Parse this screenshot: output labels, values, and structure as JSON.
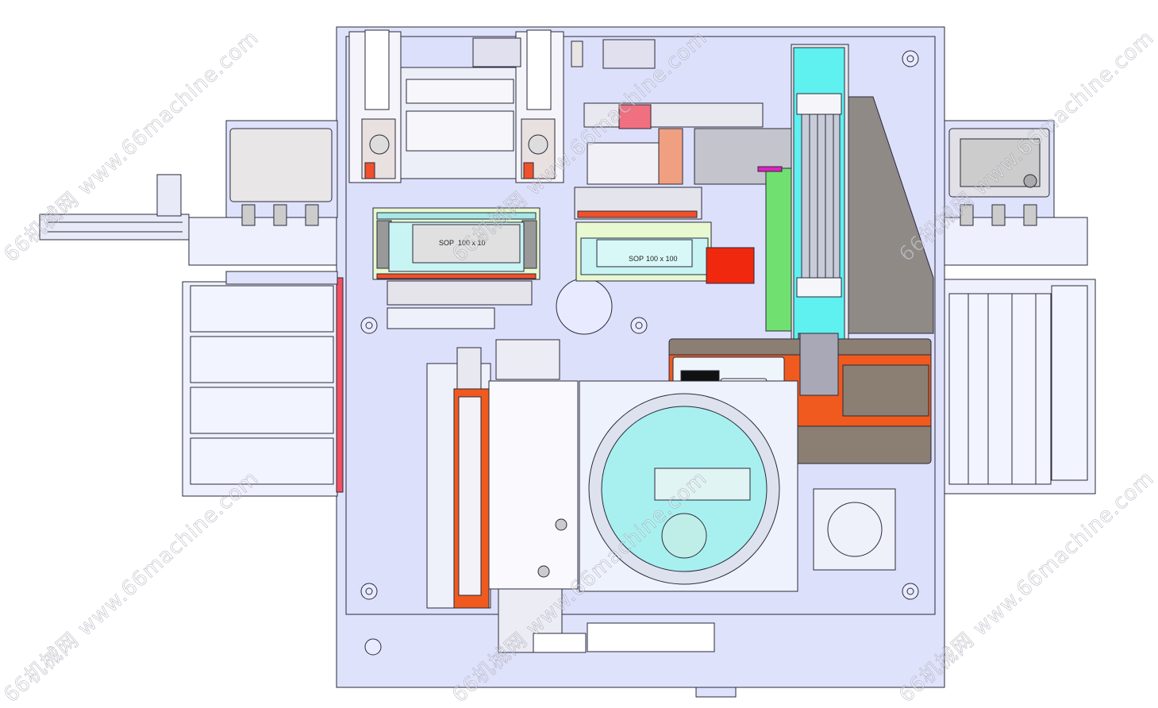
{
  "drawing": {
    "title": "Machine top view CAD assembly",
    "tray_labels": [
      {
        "type": "SOP",
        "size": "100 x 10"
      },
      {
        "type": "SOP",
        "size": "100 x 100"
      }
    ],
    "colors": {
      "base_plate": "#dfe2fb",
      "outline": "#2a2a3a",
      "accent_red": "#f0502a",
      "cyan": "#5ff0f0",
      "tray_cyan": "#c8f4f4",
      "granite": "#8a7f72",
      "grey_panel": "#b8b8c0",
      "pink": "#f07080"
    }
  },
  "watermark": {
    "text": "66机械网 www.66machine.com"
  }
}
